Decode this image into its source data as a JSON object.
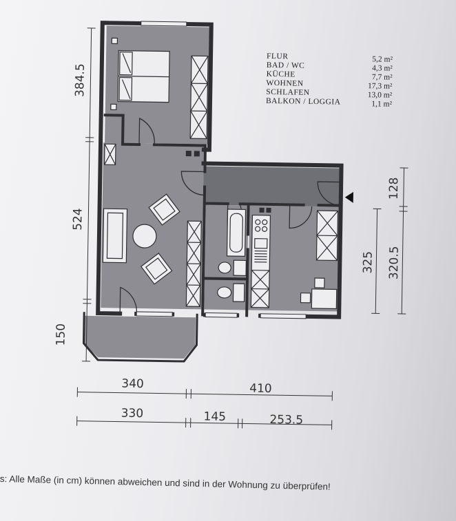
{
  "legend": [
    {
      "room": "FLUR",
      "area": "5,2 m²"
    },
    {
      "room": "BAD / WC",
      "area": "4,3 m²"
    },
    {
      "room": "KÜCHE",
      "area": "7,7 m²"
    },
    {
      "room": "WOHNEN",
      "area": "17,3 m²"
    },
    {
      "room": "SCHLAFEN",
      "area": "13,0 m²"
    },
    {
      "room": "BALKON / LOGGIA",
      "area": "1,1 m²"
    }
  ],
  "dimensions": {
    "left_upper": "384.5",
    "left_middle": "524",
    "left_lower": "150",
    "right_top": "128",
    "right_inner": "325",
    "right_outer": "320.5",
    "bottom_row1_left": "340",
    "bottom_row1_right": "410",
    "bottom_row2_left": "330",
    "bottom_row2_middle": "145",
    "bottom_row2_right": "253.5"
  },
  "disclaimer": "s: Alle Maße (in cm) können abweichen und sind in der Wohnung zu überprüfen!",
  "colors": {
    "floor": "#8d8d93",
    "flur": "#6f7075",
    "wall": "#2f2f33",
    "paper": "#eeeef1"
  }
}
